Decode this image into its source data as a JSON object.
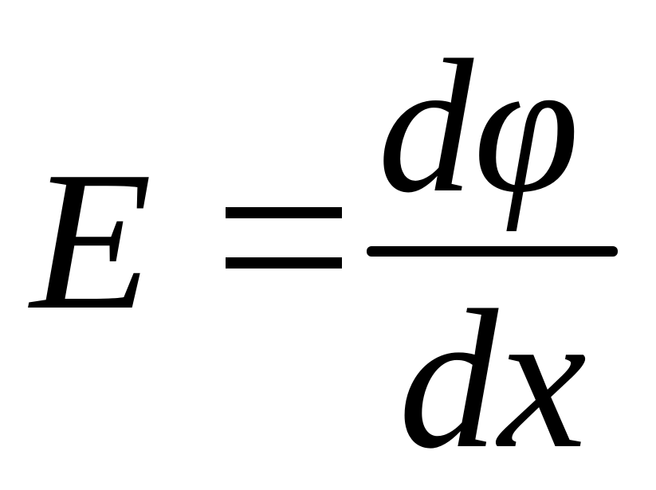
{
  "equation": {
    "lhs": "E",
    "numerator": "dφ",
    "denominator": "dx"
  },
  "colors": {
    "background": "#ffffff",
    "ink": "#000000"
  }
}
